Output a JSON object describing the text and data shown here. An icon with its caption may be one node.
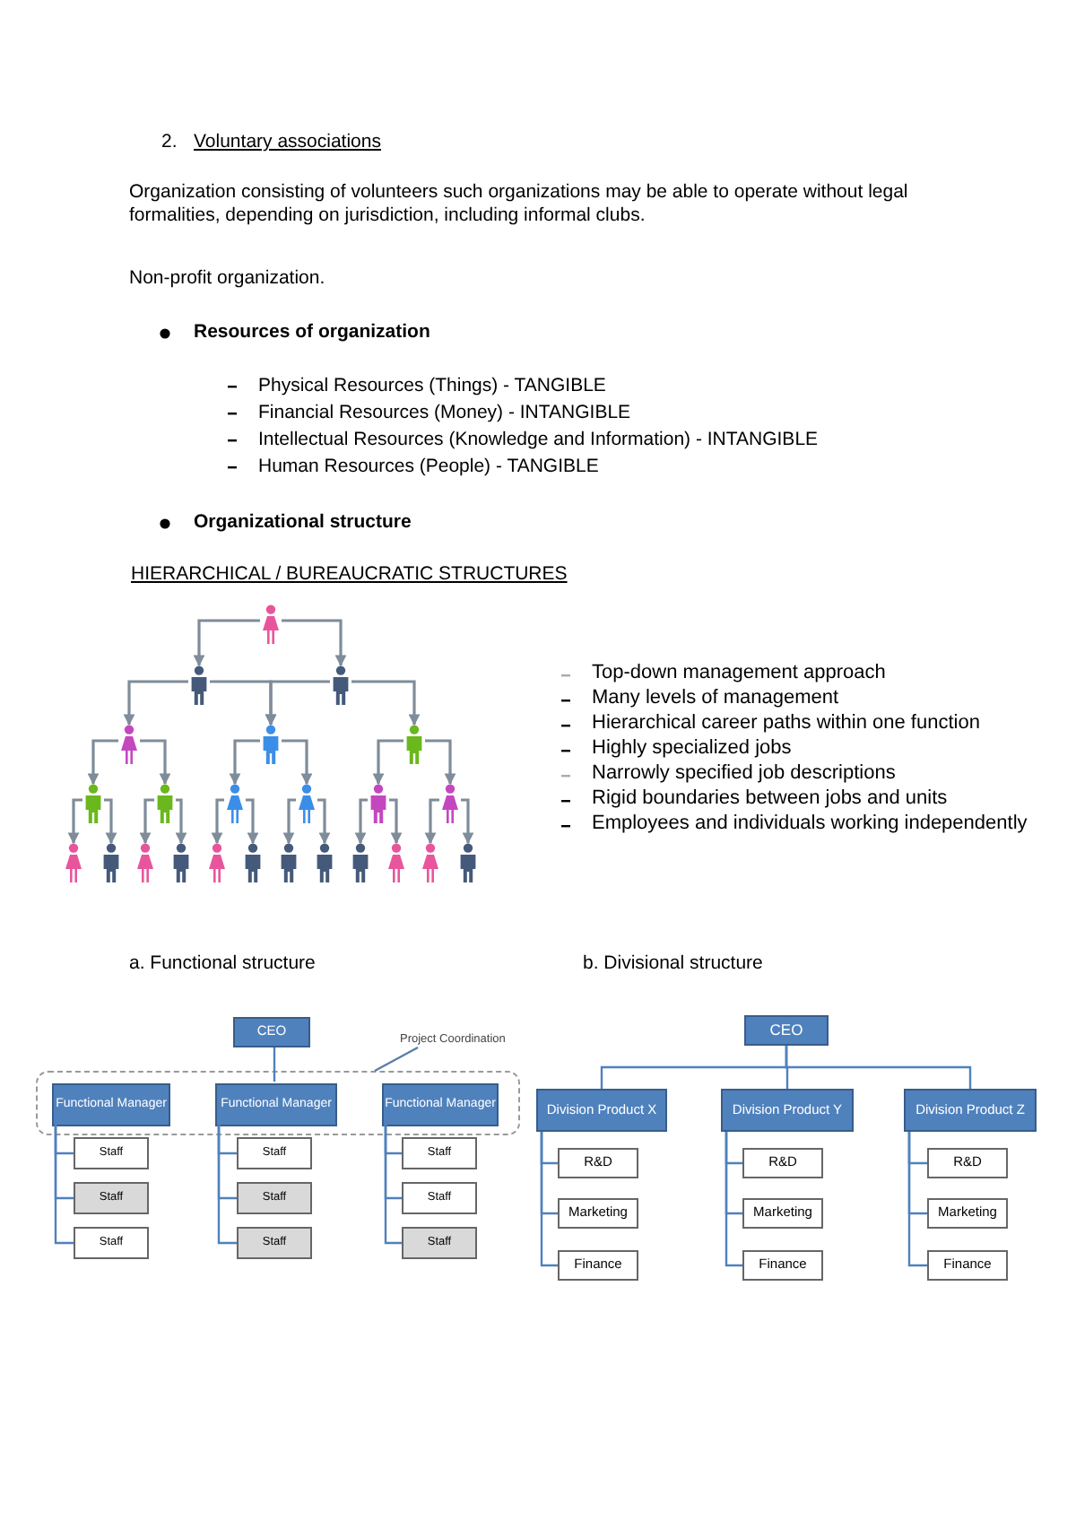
{
  "diagram": {
    "nodes": [
      {
        "text": [],
        "shape": "person"
      },
      {
        "text": [],
        "shape": "person"
      },
      {
        "text": [],
        "shape": "person"
      },
      {
        "text": [],
        "shape": "person"
      },
      {
        "text": [],
        "shape": "person"
      },
      {
        "text": [],
        "shape": "person"
      },
      {
        "text": [],
        "shape": "person"
      },
      {
        "text": [],
        "shape": "person"
      },
      {
        "text": [],
        "shape": "person"
      },
      {
        "text": [],
        "shape": "person"
      },
      {
        "text": [],
        "shape": "person"
      },
      {
        "text": [],
        "shape": "person"
      },
      {
        "text": [],
        "shape": "person"
      },
      {
        "text": [],
        "shape": "person"
      },
      {
        "text": [],
        "shape": "person"
      },
      {
        "text": [],
        "shape": "person"
      },
      {
        "text": [],
        "shape": "person"
      },
      {
        "text": [],
        "shape": "person"
      },
      {
        "text": [],
        "shape": "person"
      },
      {
        "text": [],
        "shape": "person"
      },
      {
        "text": [],
        "shape": "person"
      },
      {
        "text": [],
        "shape": "person"
      },
      {
        "text": [],
        "shape": "person"
      },
      {
        "text": [],
        "shape": "person"
      },
      {
        "text": [
          "CEO"
        ]
      },
      {
        "text": [
          "Project Coordination"
        ]
      },
      {
        "text": [],
        "shape": "box"
      },
      {
        "text": [
          "Functional Manager"
        ],
        "in": 26
      },
      {
        "text": [
          "Functional Manager"
        ],
        "in": 26
      },
      {
        "text": [
          "Functional Manager"
        ],
        "in": 26
      },
      {
        "text": [
          "Staff"
        ]
      },
      {
        "text": [
          "Staff"
        ]
      },
      {
        "text": [
          "Staff"
        ]
      },
      {
        "text": [
          "Staff"
        ]
      },
      {
        "text": [
          "Staff"
        ]
      },
      {
        "text": [
          "Staff"
        ]
      },
      {
        "text": [
          "Staff"
        ]
      },
      {
        "text": [
          "Staff"
        ]
      },
      {
        "text": [
          "Staff"
        ]
      },
      {
        "text": [
          "CEO"
        ]
      },
      {
        "text": [
          "Division Product X"
        ]
      },
      {
        "text": [
          "Division Product Y"
        ]
      },
      {
        "text": [
          "Division Product Z"
        ]
      },
      {
        "text": [
          "R&D"
        ]
      },
      {
        "text": [
          "Marketing"
        ]
      },
      {
        "text": [
          "Finance"
        ]
      },
      {
        "text": [
          "R&D"
        ]
      },
      {
        "text": [
          "Marketing"
        ]
      },
      {
        "text": [
          "Finance"
        ]
      },
      {
        "text": [
          "R&D"
        ]
      },
      {
        "text": [
          "Marketing"
        ]
      },
      {
        "text": [
          "Finance"
        ]
      }
    ],
    "edges": [
      {
        "from": 0,
        "to": 1,
        "arrow": "to"
      },
      {
        "from": 0,
        "to": 2,
        "arrow": "to"
      },
      {
        "from": 1,
        "to": 3,
        "arrow": "to"
      },
      {
        "from": 1,
        "to": 4,
        "arrow": "to"
      },
      {
        "from": 2,
        "to": 4,
        "arrow": "to"
      },
      {
        "from": 2,
        "to": 5,
        "arrow": "to"
      },
      {
        "from": 3,
        "to": 6,
        "arrow": "to"
      },
      {
        "from": 3,
        "to": 7,
        "arrow": "to"
      },
      {
        "from": 4,
        "to": 8,
        "arrow": "to"
      },
      {
        "from": 4,
        "to": 9,
        "arrow": "to"
      },
      {
        "from": 5,
        "to": 10,
        "arrow": "to"
      },
      {
        "from": 5,
        "to": 11,
        "arrow": "to"
      },
      {
        "from": 6,
        "to": 12,
        "arrow": "to"
      },
      {
        "from": 6,
        "to": 13,
        "arrow": "to"
      },
      {
        "from": 7,
        "to": 14,
        "arrow": "to"
      },
      {
        "from": 7,
        "to": 15,
        "arrow": "to"
      },
      {
        "from": 8,
        "to": 16,
        "arrow": "to"
      },
      {
        "from": 8,
        "to": 17,
        "arrow": "to"
      },
      {
        "from": 9,
        "to": 18,
        "arrow": "to"
      },
      {
        "from": 9,
        "to": 19,
        "arrow": "to"
      },
      {
        "from": 10,
        "to": 20,
        "arrow": "to"
      },
      {
        "from": 10,
        "to": 21,
        "arrow": "to"
      },
      {
        "from": 11,
        "to": 22,
        "arrow": "to"
      },
      {
        "from": 11,
        "to": 23,
        "arrow": "to"
      },
      {
        "from": 24,
        "to": 28,
        "arrow": "none"
      },
      {
        "from": 25,
        "to": 26,
        "arrow": "none"
      },
      {
        "from": 27,
        "to": 30,
        "arrow": "none"
      },
      {
        "from": 27,
        "to": 31,
        "arrow": "none"
      },
      {
        "from": 27,
        "to": 32,
        "arrow": "none"
      },
      {
        "from": 28,
        "to": 33,
        "arrow": "none"
      },
      {
        "from": 28,
        "to": 34,
        "arrow": "none"
      },
      {
        "from": 28,
        "to": 35,
        "arrow": "none"
      },
      {
        "from": 29,
        "to": 36,
        "arrow": "none"
      },
      {
        "from": 29,
        "to": 37,
        "arrow": "none"
      },
      {
        "from": 29,
        "to": 38,
        "arrow": "none"
      },
      {
        "from": 39,
        "to": 40,
        "arrow": "none"
      },
      {
        "from": 39,
        "to": 41,
        "arrow": "none"
      },
      {
        "from": 39,
        "to": 42,
        "arrow": "none"
      },
      {
        "from": 40,
        "to": 43,
        "arrow": "none"
      },
      {
        "from": 40,
        "to": 44,
        "arrow": "none"
      },
      {
        "from": 40,
        "to": 45,
        "arrow": "none"
      },
      {
        "from": 41,
        "to": 46,
        "arrow": "none"
      },
      {
        "from": 41,
        "to": 47,
        "arrow": "none"
      },
      {
        "from": 41,
        "to": 48,
        "arrow": "none"
      },
      {
        "from": 42,
        "to": 49,
        "arrow": "none"
      },
      {
        "from": 42,
        "to": 50,
        "arrow": "none"
      },
      {
        "from": 42,
        "to": 51,
        "arrow": "none"
      }
    ],
    "labels": [
      "2.",
      "Voluntary associations",
      "Organization consisting of volunteers such organizations may be able to operate without legal formalities, depending on jurisdiction, including informal clubs.",
      "Non-profit organization.",
      "Resources of organization",
      "Physical Resources (Things) - TANGIBLE",
      "Financial Resources (Money) - INTANGIBLE",
      "Intellectual Resources (Knowledge and Information) - INTANGIBLE",
      "Human Resources (People) - TANGIBLE",
      "Organizational structure",
      "HIERARCHICAL / BUREAUCRATIC STRUCTURES",
      "Top-down management approach",
      "Many levels of management",
      "Hierarchical career paths within one function",
      "Highly specialized jobs",
      "Narrowly specified job descriptions",
      "Rigid boundaries between jobs and units",
      "Employees and individuals working independently",
      "a. Functional structure",
      "b. Divisional structure"
    ]
  }
}
